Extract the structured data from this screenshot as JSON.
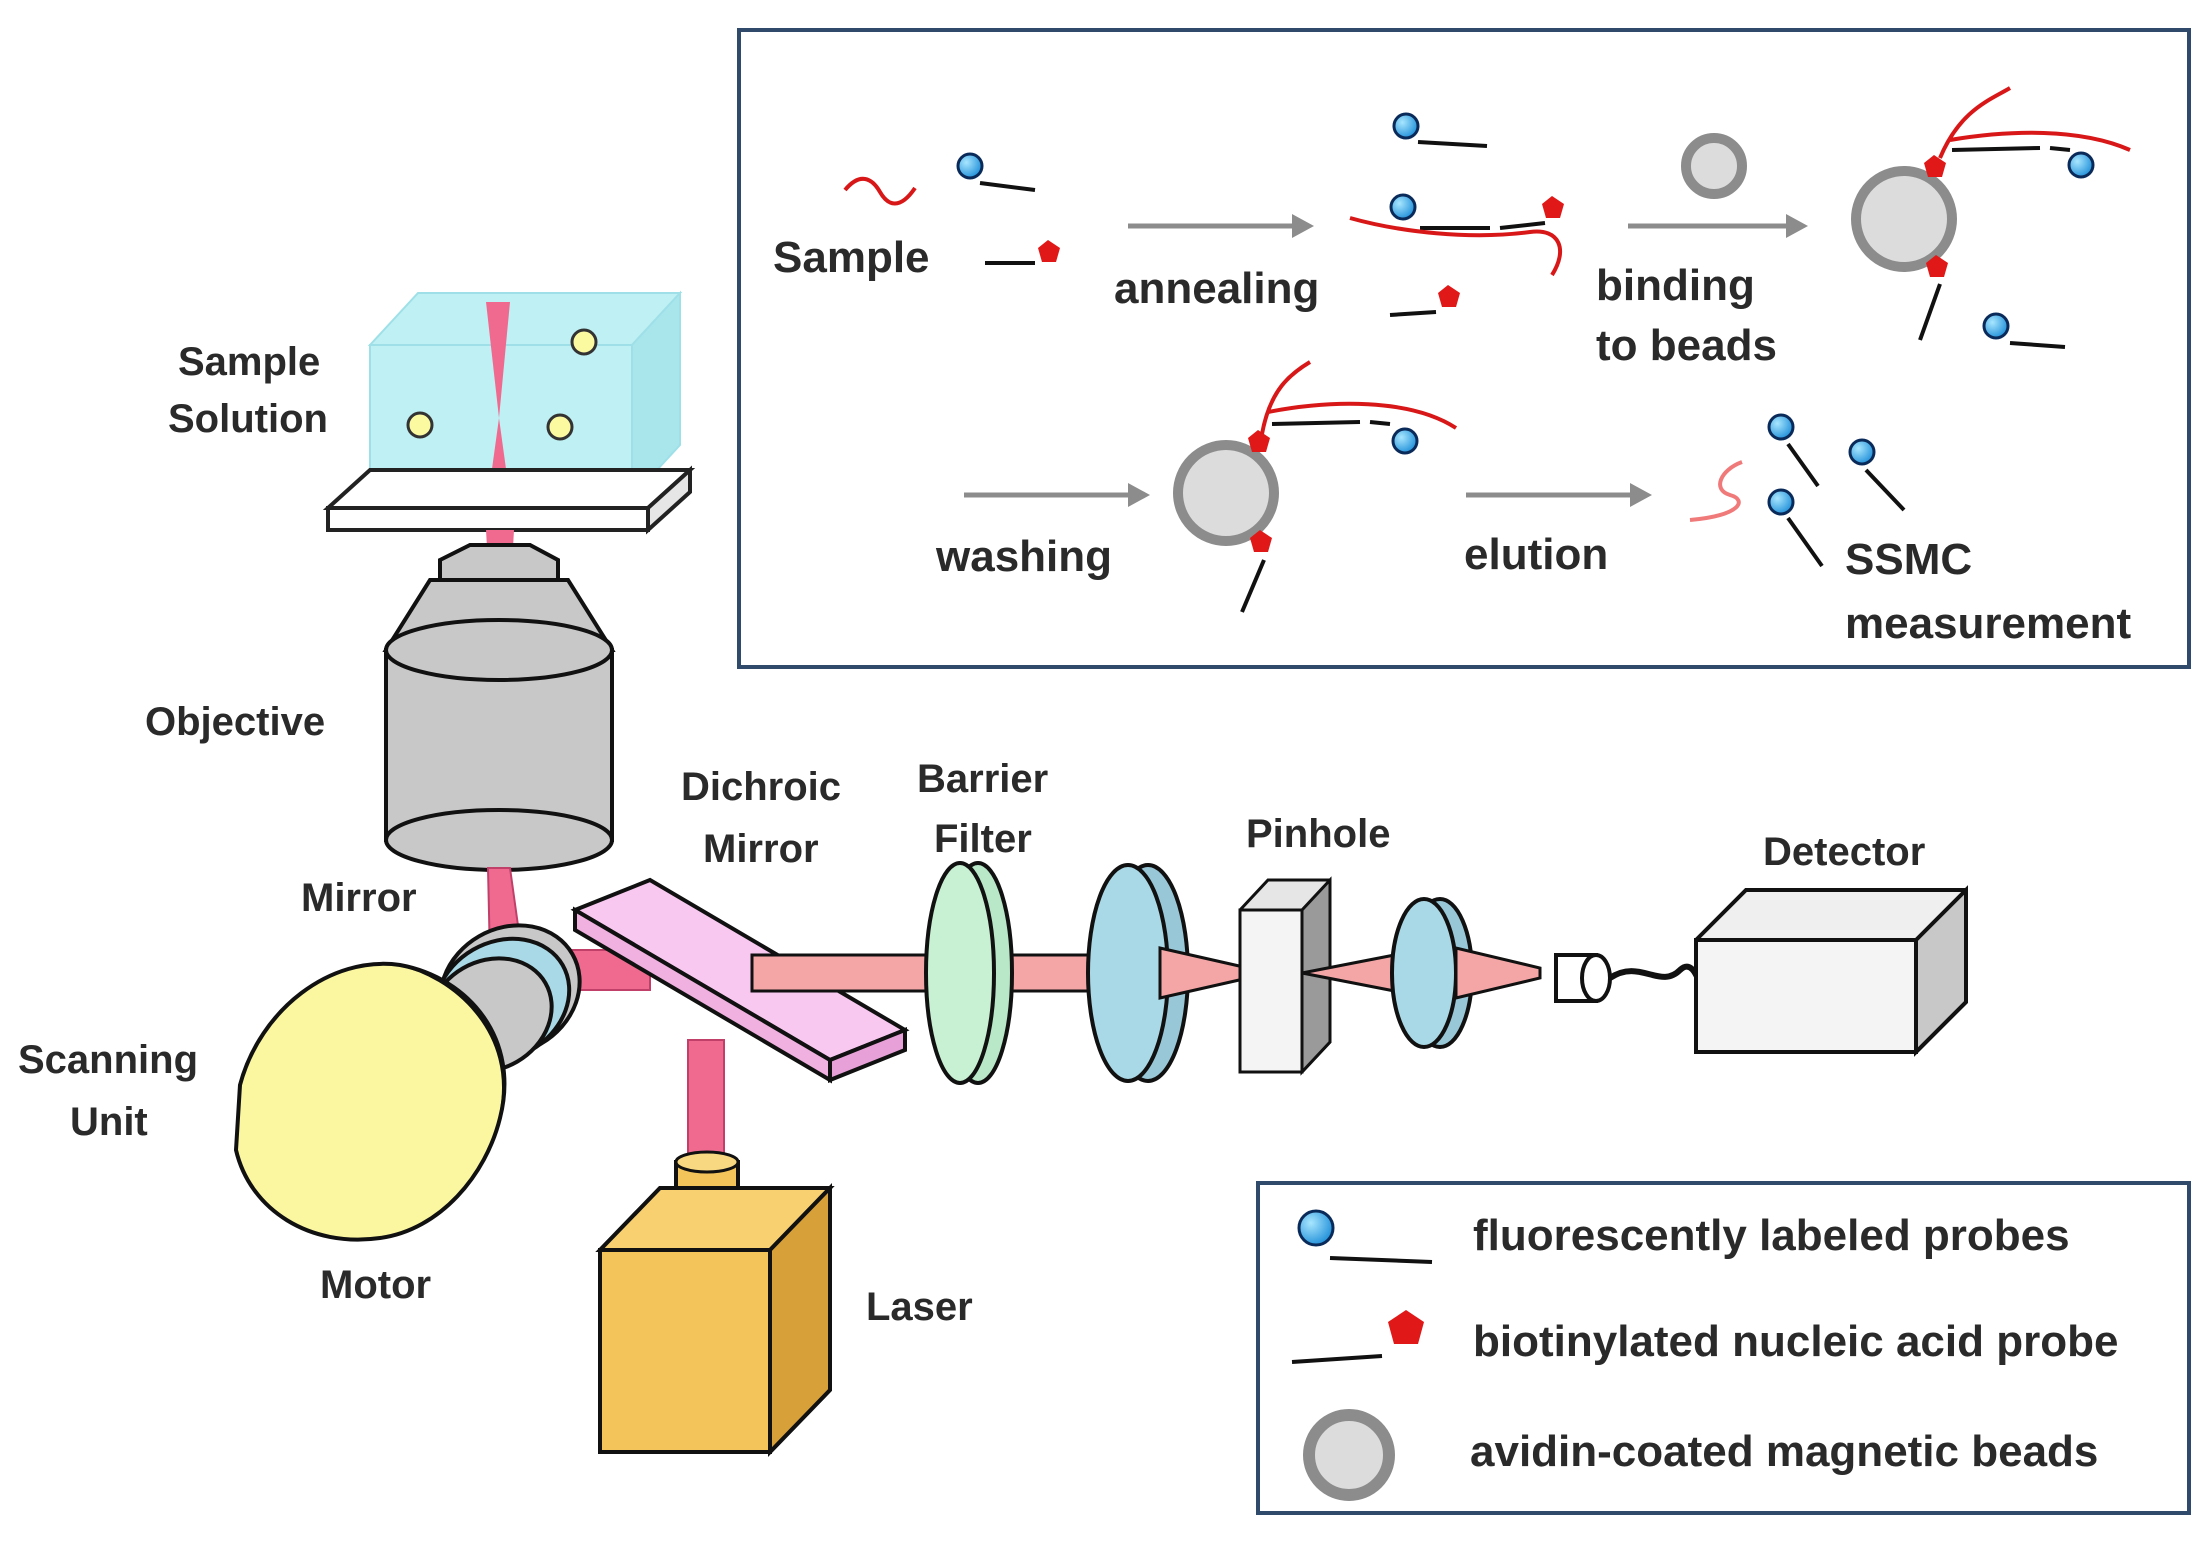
{
  "apparatus": {
    "sample_solution": [
      "Sample",
      "Solution"
    ],
    "objective": "Objective",
    "mirror": "Mirror",
    "scanning_unit": [
      "Scanning",
      "Unit"
    ],
    "motor": "Motor",
    "dichroic_mirror": [
      "Dichroic",
      "Mirror"
    ],
    "barrier_filter": [
      "Barrier",
      "Filter"
    ],
    "pinhole": "Pinhole",
    "detector": "Detector",
    "laser": "Laser"
  },
  "workflow": {
    "sample": "Sample",
    "annealing": "annealing",
    "binding": [
      "binding",
      "to beads"
    ],
    "washing": "washing",
    "elution": "elution",
    "measurement": [
      "SSMC",
      "measurement"
    ]
  },
  "legend": {
    "items": [
      {
        "icon": "fluorescent-probe-icon",
        "label": "fluorescently labeled probes"
      },
      {
        "icon": "biotin-probe-icon",
        "label": "biotinylated nucleic acid probe"
      },
      {
        "icon": "magnetic-bead-icon",
        "label": "avidin-coated magnetic beads"
      }
    ]
  },
  "colors": {
    "laser_beam": "#f06a90",
    "fluorescence_beam": "#f4a6a6",
    "lens": "#a9d9e6",
    "barrier_filter": "#c8f0d2",
    "dichroic": "#f8c8f0",
    "scanner_body": "#fbf7a0",
    "laser_box": "#f3c45a",
    "objective": "#c8c8c8",
    "probe_dot": "#2aa8e8",
    "biotin": "#e01818",
    "target_strand": "#d81818",
    "bead": "#909090",
    "panel_border": "#2f4a6a"
  }
}
